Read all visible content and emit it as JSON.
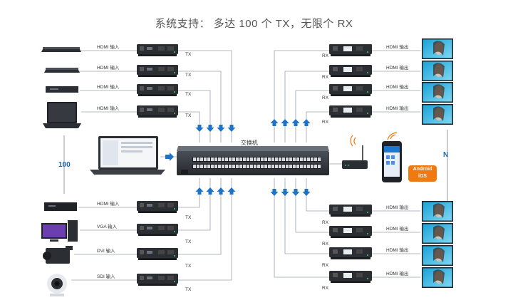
{
  "title": "系统支持： 多达 100 个 TX，无限个 RX",
  "switch_label": "交换机",
  "left_count": "100",
  "right_count": "N",
  "tx_label": "TX",
  "rx_label": "RX",
  "inputs_top": [
    "HDMI 输入",
    "HDMI 输入",
    "HDMI 输入",
    "HDMI 输入"
  ],
  "inputs_bottom": [
    "HDMI 输入",
    "VGA 输入",
    "DVI 输入",
    "SDI 输入"
  ],
  "output_label": "HDMI 输出",
  "app_badge": {
    "line1": "Android",
    "line2": "iOS"
  },
  "colors": {
    "line": "#9aa3ad",
    "arrow": "#1e72c8",
    "device": "#2b2e33",
    "accent": "#f07a10"
  }
}
